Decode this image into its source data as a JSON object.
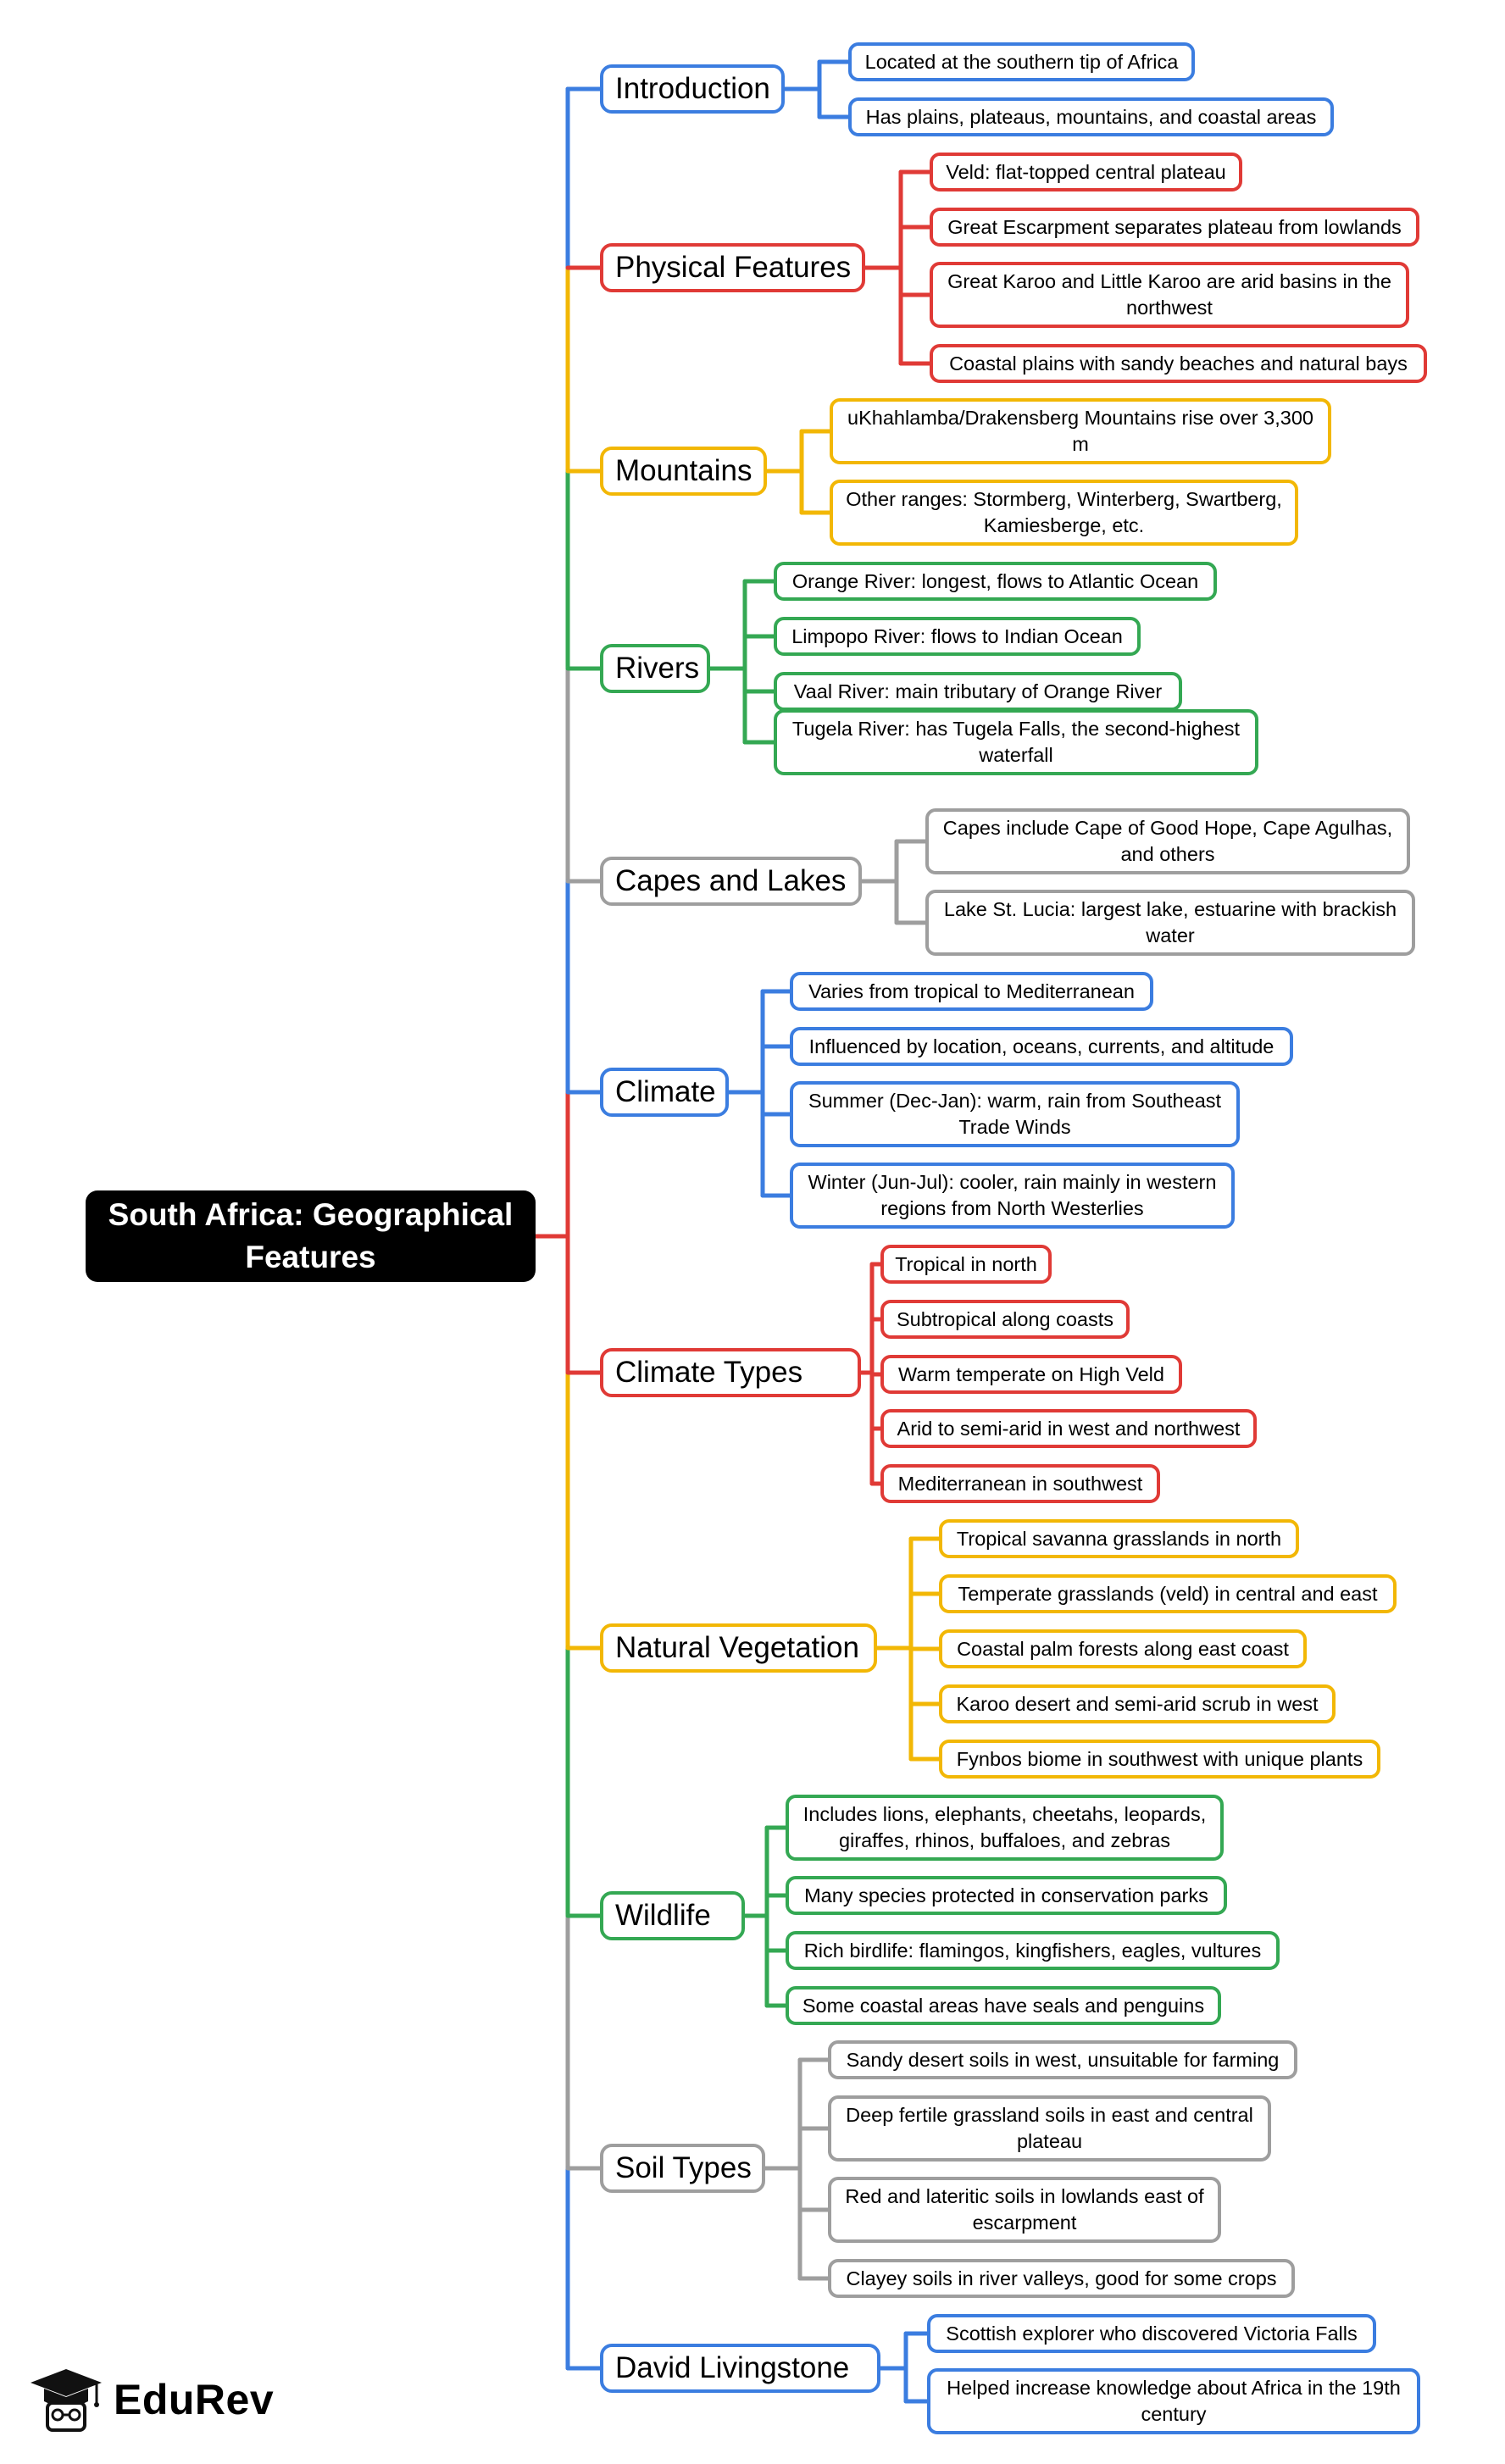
{
  "central": {
    "title": "South Africa: Geographical Features"
  },
  "colors": {
    "blue": "#3b7de0",
    "red": "#e03a36",
    "yellow": "#f2b705",
    "green": "#34a853",
    "grey": "#9e9e9e",
    "central_bg": "#000000"
  },
  "branches": [
    {
      "label": "Introduction",
      "color": "blue",
      "leaves": [
        "Located at the southern tip of Africa",
        "Has plains, plateaus, mountains, and coastal areas"
      ]
    },
    {
      "label": "Physical Features",
      "color": "red",
      "leaves": [
        "Veld: flat-topped central plateau",
        "Great Escarpment separates plateau from lowlands",
        "Great Karoo and Little Karoo are arid basins in the northwest",
        "Coastal plains with sandy beaches and natural bays"
      ]
    },
    {
      "label": "Mountains",
      "color": "yellow",
      "leaves": [
        "uKhahlamba/Drakensberg Mountains rise over 3,300 m",
        "Other ranges: Stormberg, Winterberg, Swartberg, Kamiesberge, etc."
      ]
    },
    {
      "label": "Rivers",
      "color": "green",
      "leaves": [
        "Orange River: longest, flows to Atlantic Ocean",
        "Limpopo River: flows to Indian Ocean",
        "Vaal River: main tributary of Orange River",
        "Tugela River: has Tugela Falls, the second-highest waterfall"
      ]
    },
    {
      "label": "Capes and Lakes",
      "color": "grey",
      "leaves": [
        "Capes include Cape of Good Hope, Cape Agulhas, and others",
        "Lake St. Lucia: largest lake, estuarine with brackish water"
      ]
    },
    {
      "label": "Climate",
      "color": "blue",
      "leaves": [
        "Varies from tropical to Mediterranean",
        "Influenced by location, oceans, currents, and altitude",
        "Summer (Dec-Jan): warm, rain from Southeast Trade Winds",
        "Winter (Jun-Jul): cooler, rain mainly in western regions from North Westerlies"
      ]
    },
    {
      "label": "Climate Types",
      "color": "red",
      "leaves": [
        "Tropical in north",
        "Subtropical along coasts",
        "Warm temperate on High Veld",
        "Arid to semi-arid in west and northwest",
        "Mediterranean in southwest"
      ]
    },
    {
      "label": "Natural Vegetation",
      "color": "yellow",
      "leaves": [
        "Tropical savanna grasslands in north",
        "Temperate grasslands (veld) in central and east",
        "Coastal palm forests along east coast",
        "Karoo desert and semi-arid scrub in west",
        "Fynbos biome in southwest with unique plants"
      ]
    },
    {
      "label": "Wildlife",
      "color": "green",
      "leaves": [
        "Includes lions, elephants, cheetahs, leopards, giraffes, rhinos, buffaloes, and zebras",
        "Many species protected in conservation parks",
        "Rich birdlife: flamingos, kingfishers, eagles, vultures",
        "Some coastal areas have seals and penguins"
      ]
    },
    {
      "label": "Soil Types",
      "color": "grey",
      "leaves": [
        "Sandy desert soils in west, unsuitable for farming",
        "Deep fertile grassland soils in east and central plateau",
        "Red and lateritic soils in lowlands east of escarpment",
        "Clayey soils in river valleys, good for some crops"
      ]
    },
    {
      "label": "David Livingstone",
      "color": "blue",
      "leaves": [
        "Scottish explorer who discovered Victoria Falls",
        "Helped increase knowledge about Africa in the 19th century"
      ]
    }
  ],
  "logo": {
    "text": "EduRev",
    "icon": "graduation-cap-icon"
  }
}
